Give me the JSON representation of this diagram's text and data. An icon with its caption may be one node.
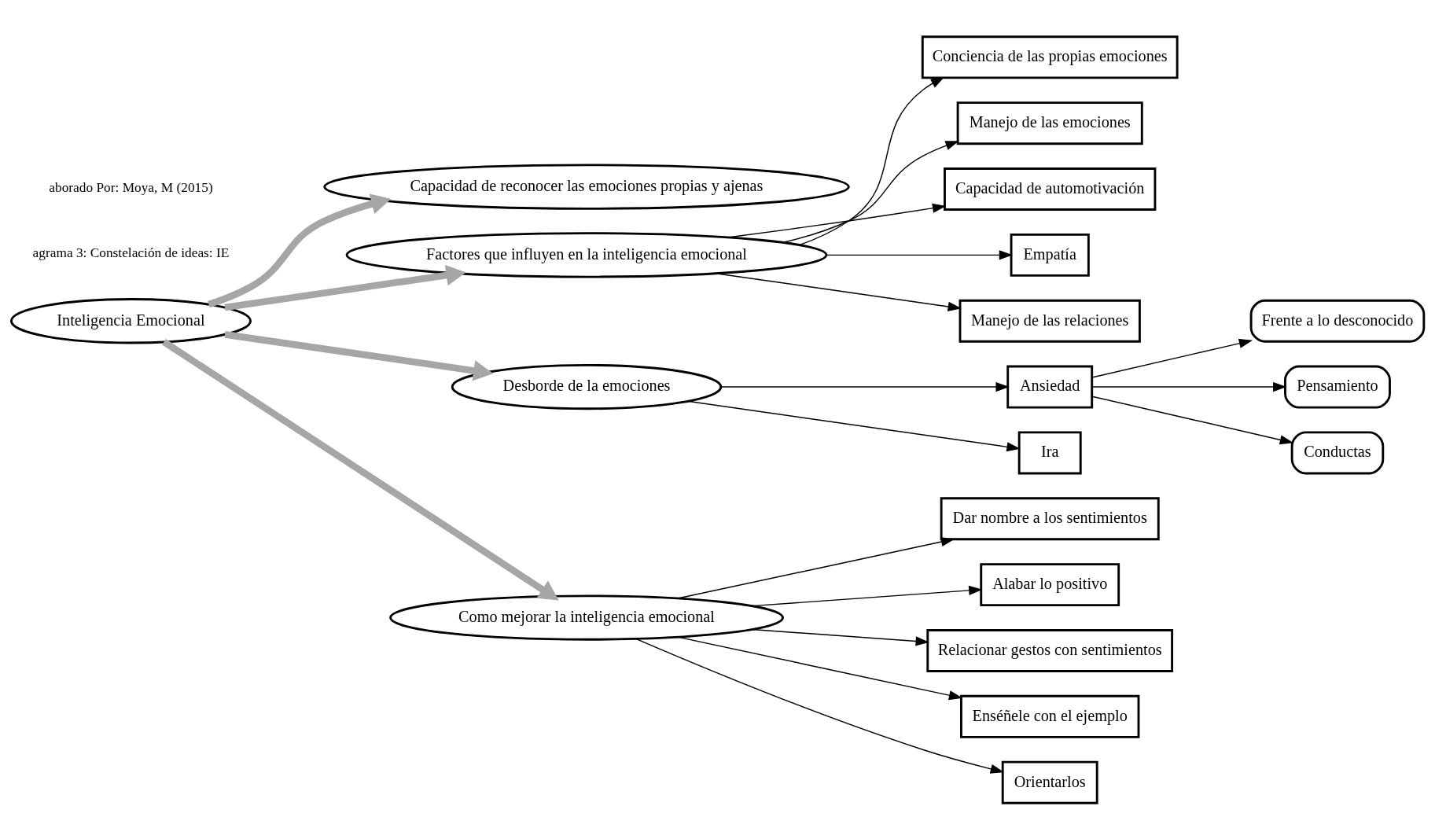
{
  "diagram": {
    "nodes": [
      {
        "text": [
          "Inteligencia Emocional"
        ]
      },
      {
        "text": [
          "Capacidad de reconocer las emociones propias y ajenas"
        ]
      },
      {
        "text": [
          "Factores que influyen en la inteligencia emocional"
        ]
      },
      {
        "text": [
          "Desborde de la emociones"
        ]
      },
      {
        "text": [
          "Como mejorar la inteligencia emocional"
        ]
      },
      {
        "text": [
          "Conciencia de las propias emociones"
        ]
      },
      {
        "text": [
          "Manejo de las emociones"
        ]
      },
      {
        "text": [
          "Capacidad de automotivación"
        ]
      },
      {
        "text": [
          "Empatía"
        ]
      },
      {
        "text": [
          "Manejo de las relaciones"
        ]
      },
      {
        "text": [
          "Ansiedad"
        ]
      },
      {
        "text": [
          "Ira"
        ]
      },
      {
        "text": [
          "Frente a lo desconocido"
        ]
      },
      {
        "text": [
          "Pensamiento"
        ]
      },
      {
        "text": [
          "Conductas"
        ]
      },
      {
        "text": [
          "Dar nombre a los sentimientos"
        ]
      },
      {
        "text": [
          "Alabar lo positivo"
        ]
      },
      {
        "text": [
          "Relacionar gestos con sentimientos"
        ]
      },
      {
        "text": [
          "Enséñele con el ejemplo"
        ]
      },
      {
        "text": [
          "Orientarlos"
        ]
      }
    ],
    "edges": [
      {
        "from": 0,
        "to": 1,
        "arrow": "to",
        "style": "thick",
        "color": "#a6a6a6"
      },
      {
        "from": 0,
        "to": 2,
        "arrow": "to",
        "style": "thick",
        "color": "#a6a6a6"
      },
      {
        "from": 0,
        "to": 3,
        "arrow": "to",
        "style": "thick",
        "color": "#a6a6a6"
      },
      {
        "from": 0,
        "to": 4,
        "arrow": "to",
        "style": "thick",
        "color": "#a6a6a6"
      },
      {
        "from": 2,
        "to": 5,
        "arrow": "to"
      },
      {
        "from": 2,
        "to": 6,
        "arrow": "to"
      },
      {
        "from": 2,
        "to": 7,
        "arrow": "to"
      },
      {
        "from": 2,
        "to": 8,
        "arrow": "to"
      },
      {
        "from": 2,
        "to": 9,
        "arrow": "to"
      },
      {
        "from": 3,
        "to": 10,
        "arrow": "to"
      },
      {
        "from": 3,
        "to": 11,
        "arrow": "to"
      },
      {
        "from": 10,
        "to": 12,
        "arrow": "to"
      },
      {
        "from": 10,
        "to": 13,
        "arrow": "to"
      },
      {
        "from": 10,
        "to": 14,
        "arrow": "to"
      },
      {
        "from": 4,
        "to": 15,
        "arrow": "to"
      },
      {
        "from": 4,
        "to": 16,
        "arrow": "to"
      },
      {
        "from": 4,
        "to": 17,
        "arrow": "to"
      },
      {
        "from": 4,
        "to": 18,
        "arrow": "to"
      },
      {
        "from": 4,
        "to": 19,
        "arrow": "to"
      }
    ],
    "labels": [
      "agrama 3: Constelación de ideas: IE",
      "aborado Por: Moya, M (2015)"
    ]
  }
}
